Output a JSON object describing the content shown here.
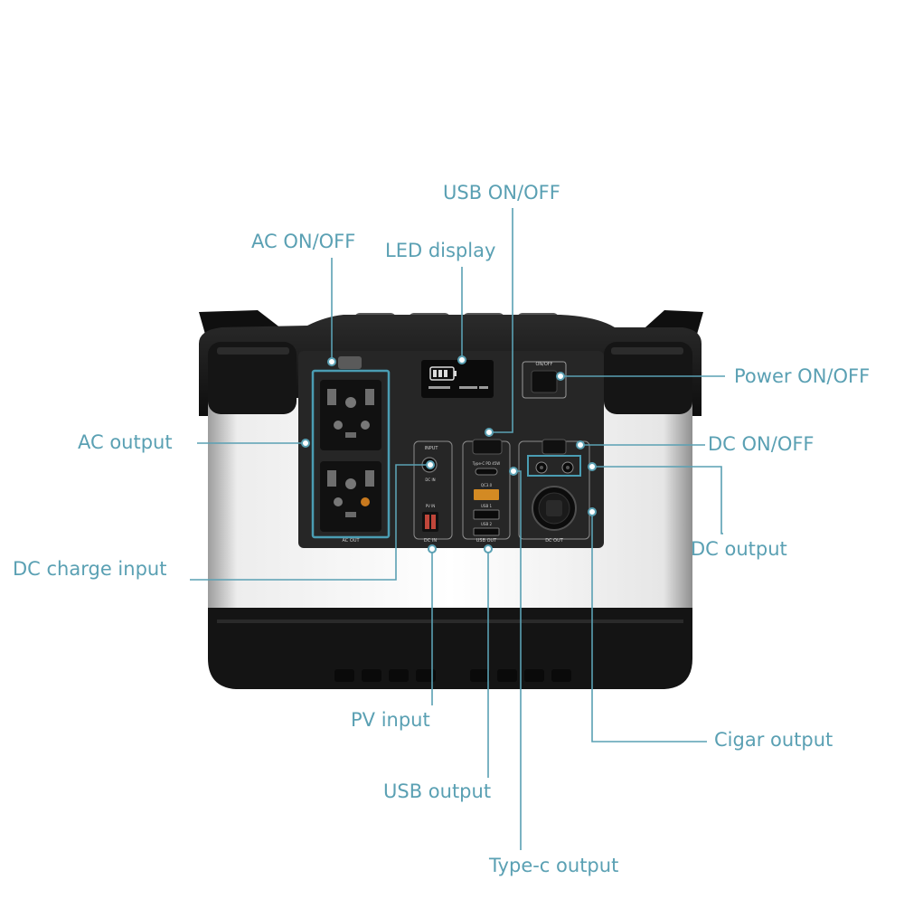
{
  "callouts": {
    "usb_on_off": "USB ON/OFF",
    "ac_on_off": "AC ON/OFF",
    "led_display": "LED display",
    "power_on_off": "Power ON/OFF",
    "ac_output": "AC output",
    "dc_on_off": "DC ON/OFF",
    "dc_output": "DC output",
    "dc_charge_input": "DC charge input",
    "pv_input": "PV input",
    "cigar_output": "Cigar output",
    "usb_output": "USB output",
    "type_c_output": "Type-c output"
  },
  "panel_labels": {
    "on_off": "ON/OFF",
    "input": "INPUT",
    "dc_in_small": "DC IN",
    "pv_in": "PV IN",
    "dc_in": "DC IN",
    "ac_out": "AC OUT",
    "type_c": "Type-C PD 45W",
    "qc": "QC3.0",
    "usb1": "USB 1",
    "usb2": "USB 2",
    "usb_out": "USB OUT",
    "dc_out": "DC OUT"
  },
  "colors": {
    "callout_text": "#5aa0b3",
    "leader_line": "#5aa0b3",
    "frame_box": "#4a9db3",
    "body_dark": "#161616",
    "panel": "#262626"
  }
}
